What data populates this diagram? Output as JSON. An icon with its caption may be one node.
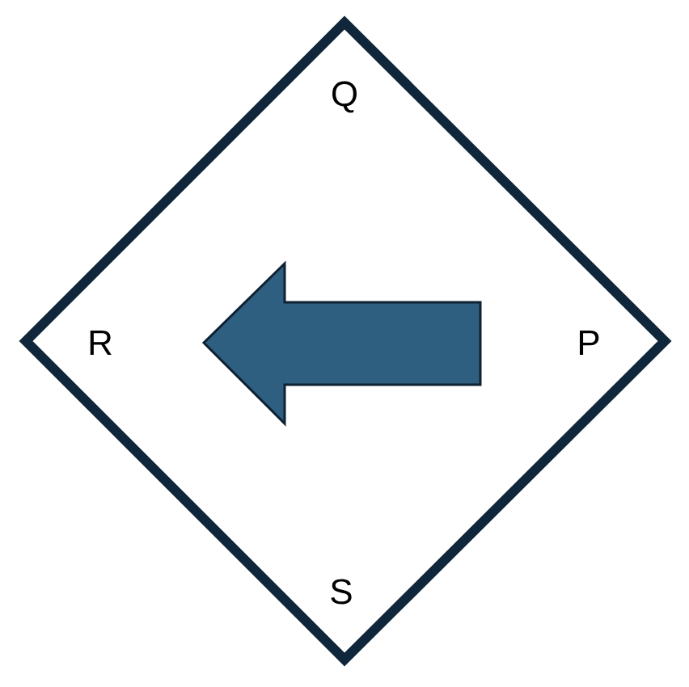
{
  "diagram": {
    "labels": [
      "Q",
      "R",
      "P",
      "S"
    ]
  }
}
